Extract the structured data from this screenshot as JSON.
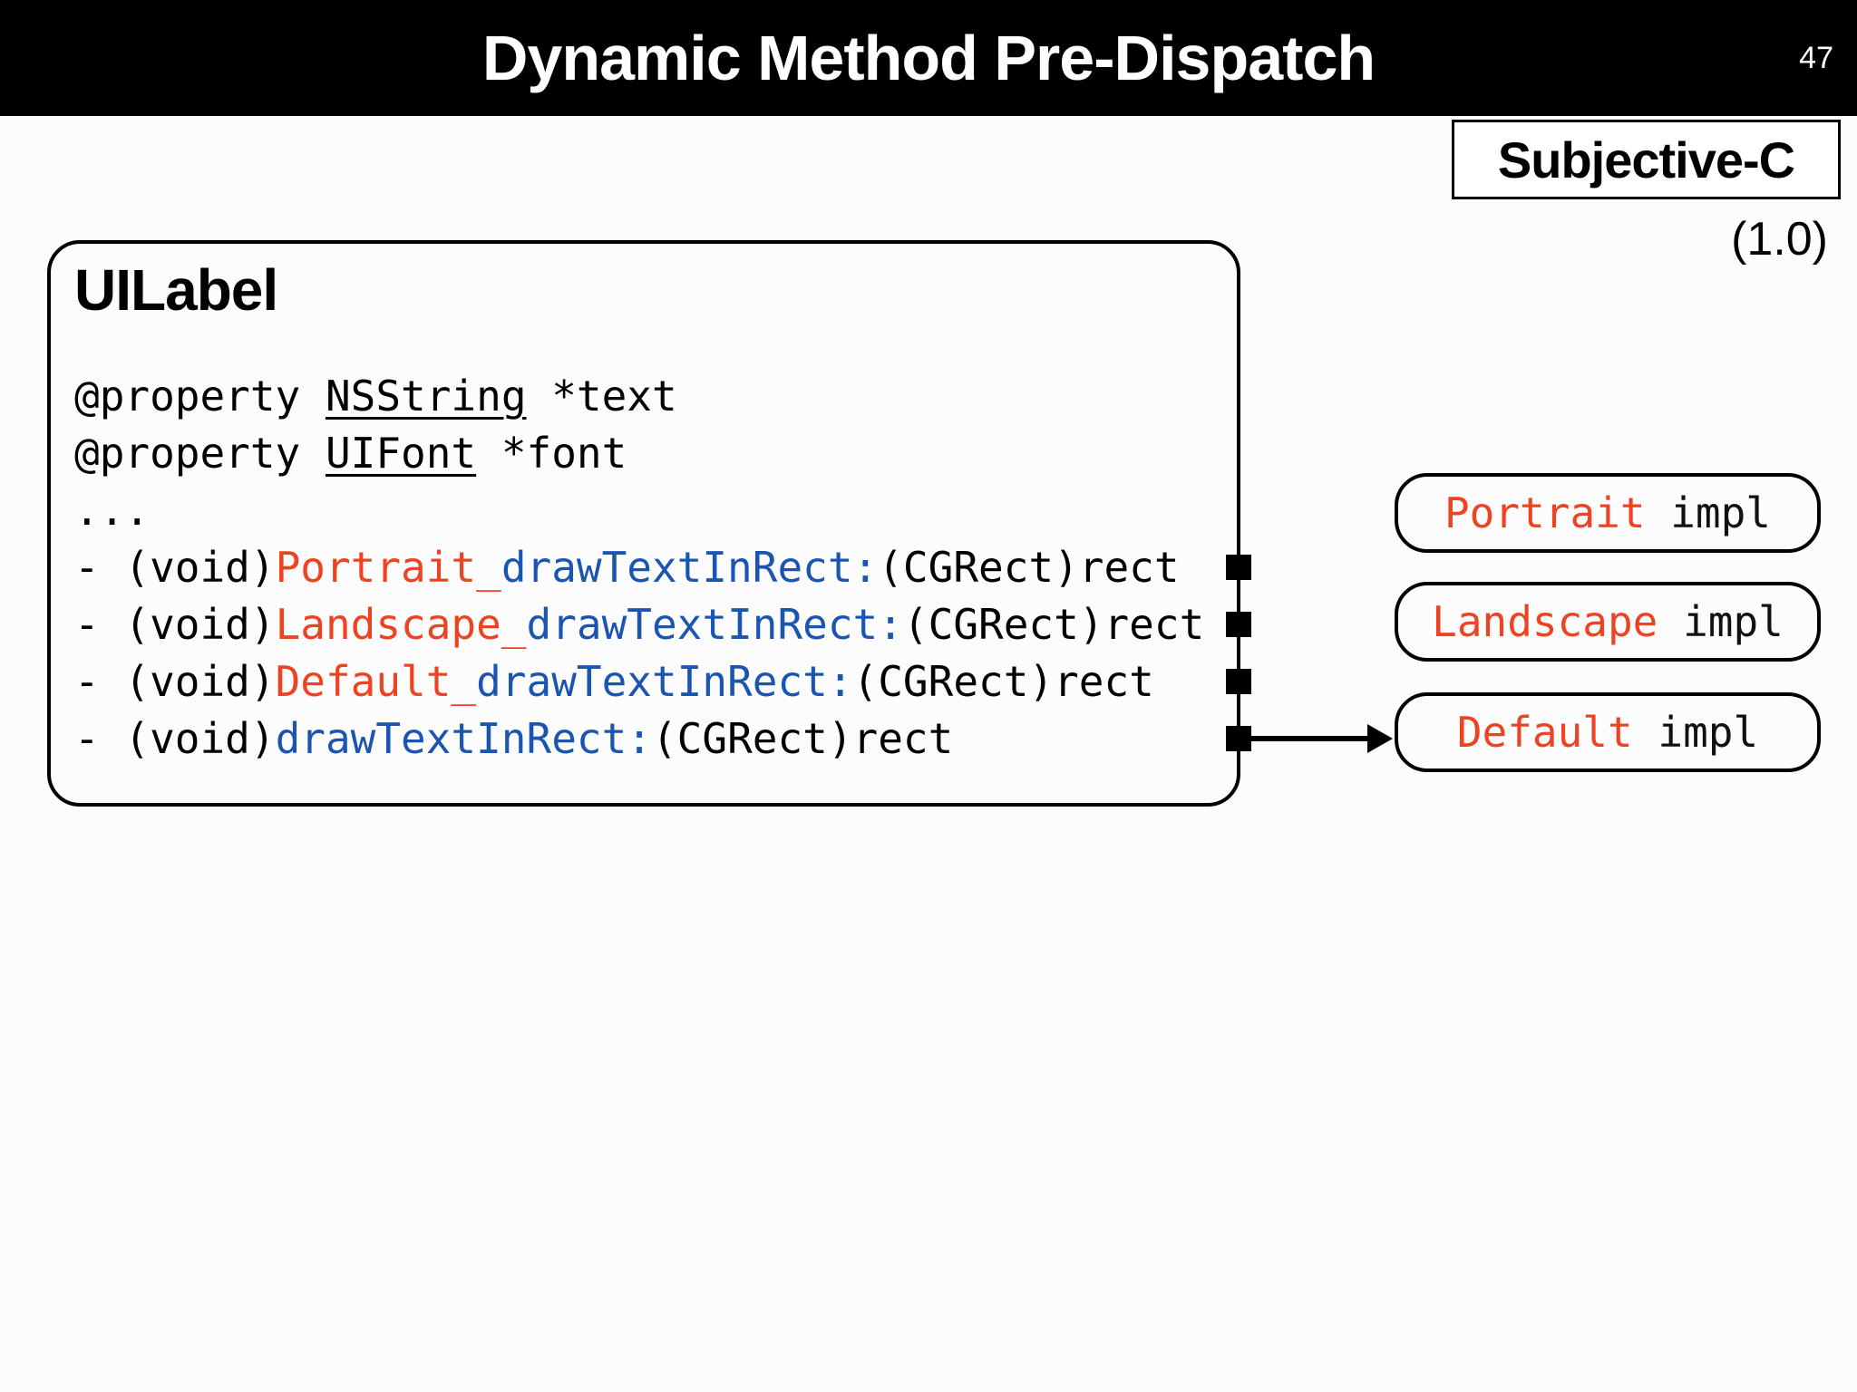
{
  "slide": {
    "title": "Dynamic Method Pre-Dispatch",
    "page_number": "47",
    "badge_label": "Subjective-C",
    "version_label": "(1.0)"
  },
  "class_box": {
    "name": "UILabel",
    "property_lines": [
      {
        "keyword": "@property ",
        "type_name": "NSString",
        "tail": " *text"
      },
      {
        "keyword": "@property ",
        "type_name": "UIFont",
        "tail": " *font"
      }
    ],
    "ellipsis": "...",
    "method_lines": [
      {
        "prefix": "- (void)",
        "category": "Portrait_",
        "selector": "drawTextInRect:",
        "tail": "(CGRect)rect"
      },
      {
        "prefix": "- (void)",
        "category": "Landscape_",
        "selector": "drawTextInRect:",
        "tail": "(CGRect)rect"
      },
      {
        "prefix": "- (void)",
        "category": "Default_",
        "selector": "drawTextInRect:",
        "tail": "(CGRect)rect"
      },
      {
        "prefix": "- (void)",
        "category": "",
        "selector": "drawTextInRect:",
        "tail": "(CGRect)rect"
      }
    ]
  },
  "impl_pills": [
    {
      "name": "Portrait",
      "suffix": " impl"
    },
    {
      "name": "Landscape",
      "suffix": " impl"
    },
    {
      "name": "Default",
      "suffix": " impl"
    }
  ],
  "colors": {
    "accent_red": "#EE4323",
    "accent_blue": "#1B55B2",
    "slide_background": "#FCFCFC",
    "header_background": "#000000"
  }
}
